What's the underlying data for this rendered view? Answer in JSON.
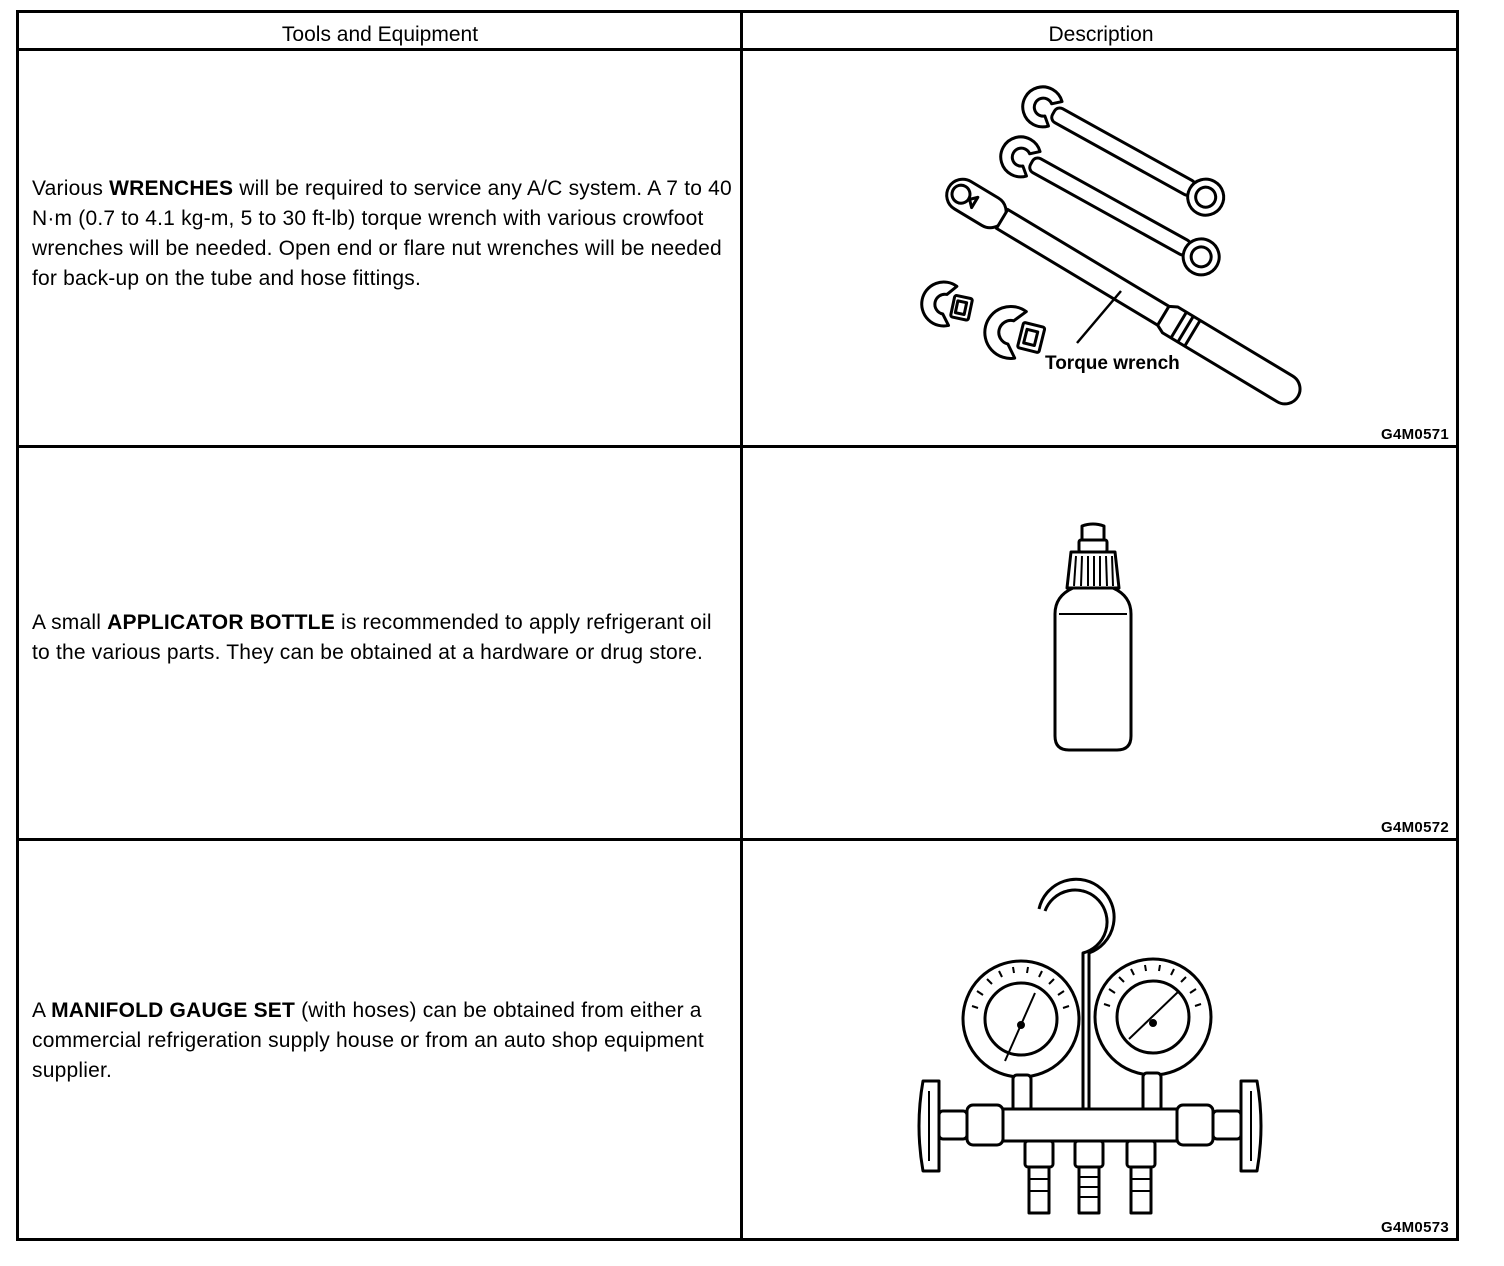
{
  "table": {
    "header": {
      "tools_label": "Tools and Equipment",
      "description_label": "Description"
    },
    "rows": [
      {
        "text_before": "Various ",
        "bold": "WRENCHES",
        "text_after": " will be required to service any A/C system. A 7 to 40 N·m (0.7 to 4.1 kg-m, 5 to 30 ft-lb) torque wrench with various crowfoot wrenches will be needed. Open end or flare nut wrenches will be needed for back-up on the tube and hose fittings.",
        "figure_code": "G4M0571",
        "figure_callout": "Torque wrench",
        "figure_icon": "wrenches-illustration"
      },
      {
        "text_before": "A small ",
        "bold": "APPLICATOR BOTTLE",
        "text_after": " is recommended to apply refrigerant oil to the various parts. They can be obtained at a hardware or drug store.",
        "figure_code": "G4M0572",
        "figure_icon": "applicator-bottle-illustration"
      },
      {
        "text_before": "A ",
        "bold": "MANIFOLD GAUGE SET",
        "text_after": " (with hoses) can be obtained from either a commercial refrigeration supply house or from an auto shop equipment supplier.",
        "figure_code": "G4M0573",
        "figure_icon": "manifold-gauge-set-illustration"
      }
    ]
  }
}
